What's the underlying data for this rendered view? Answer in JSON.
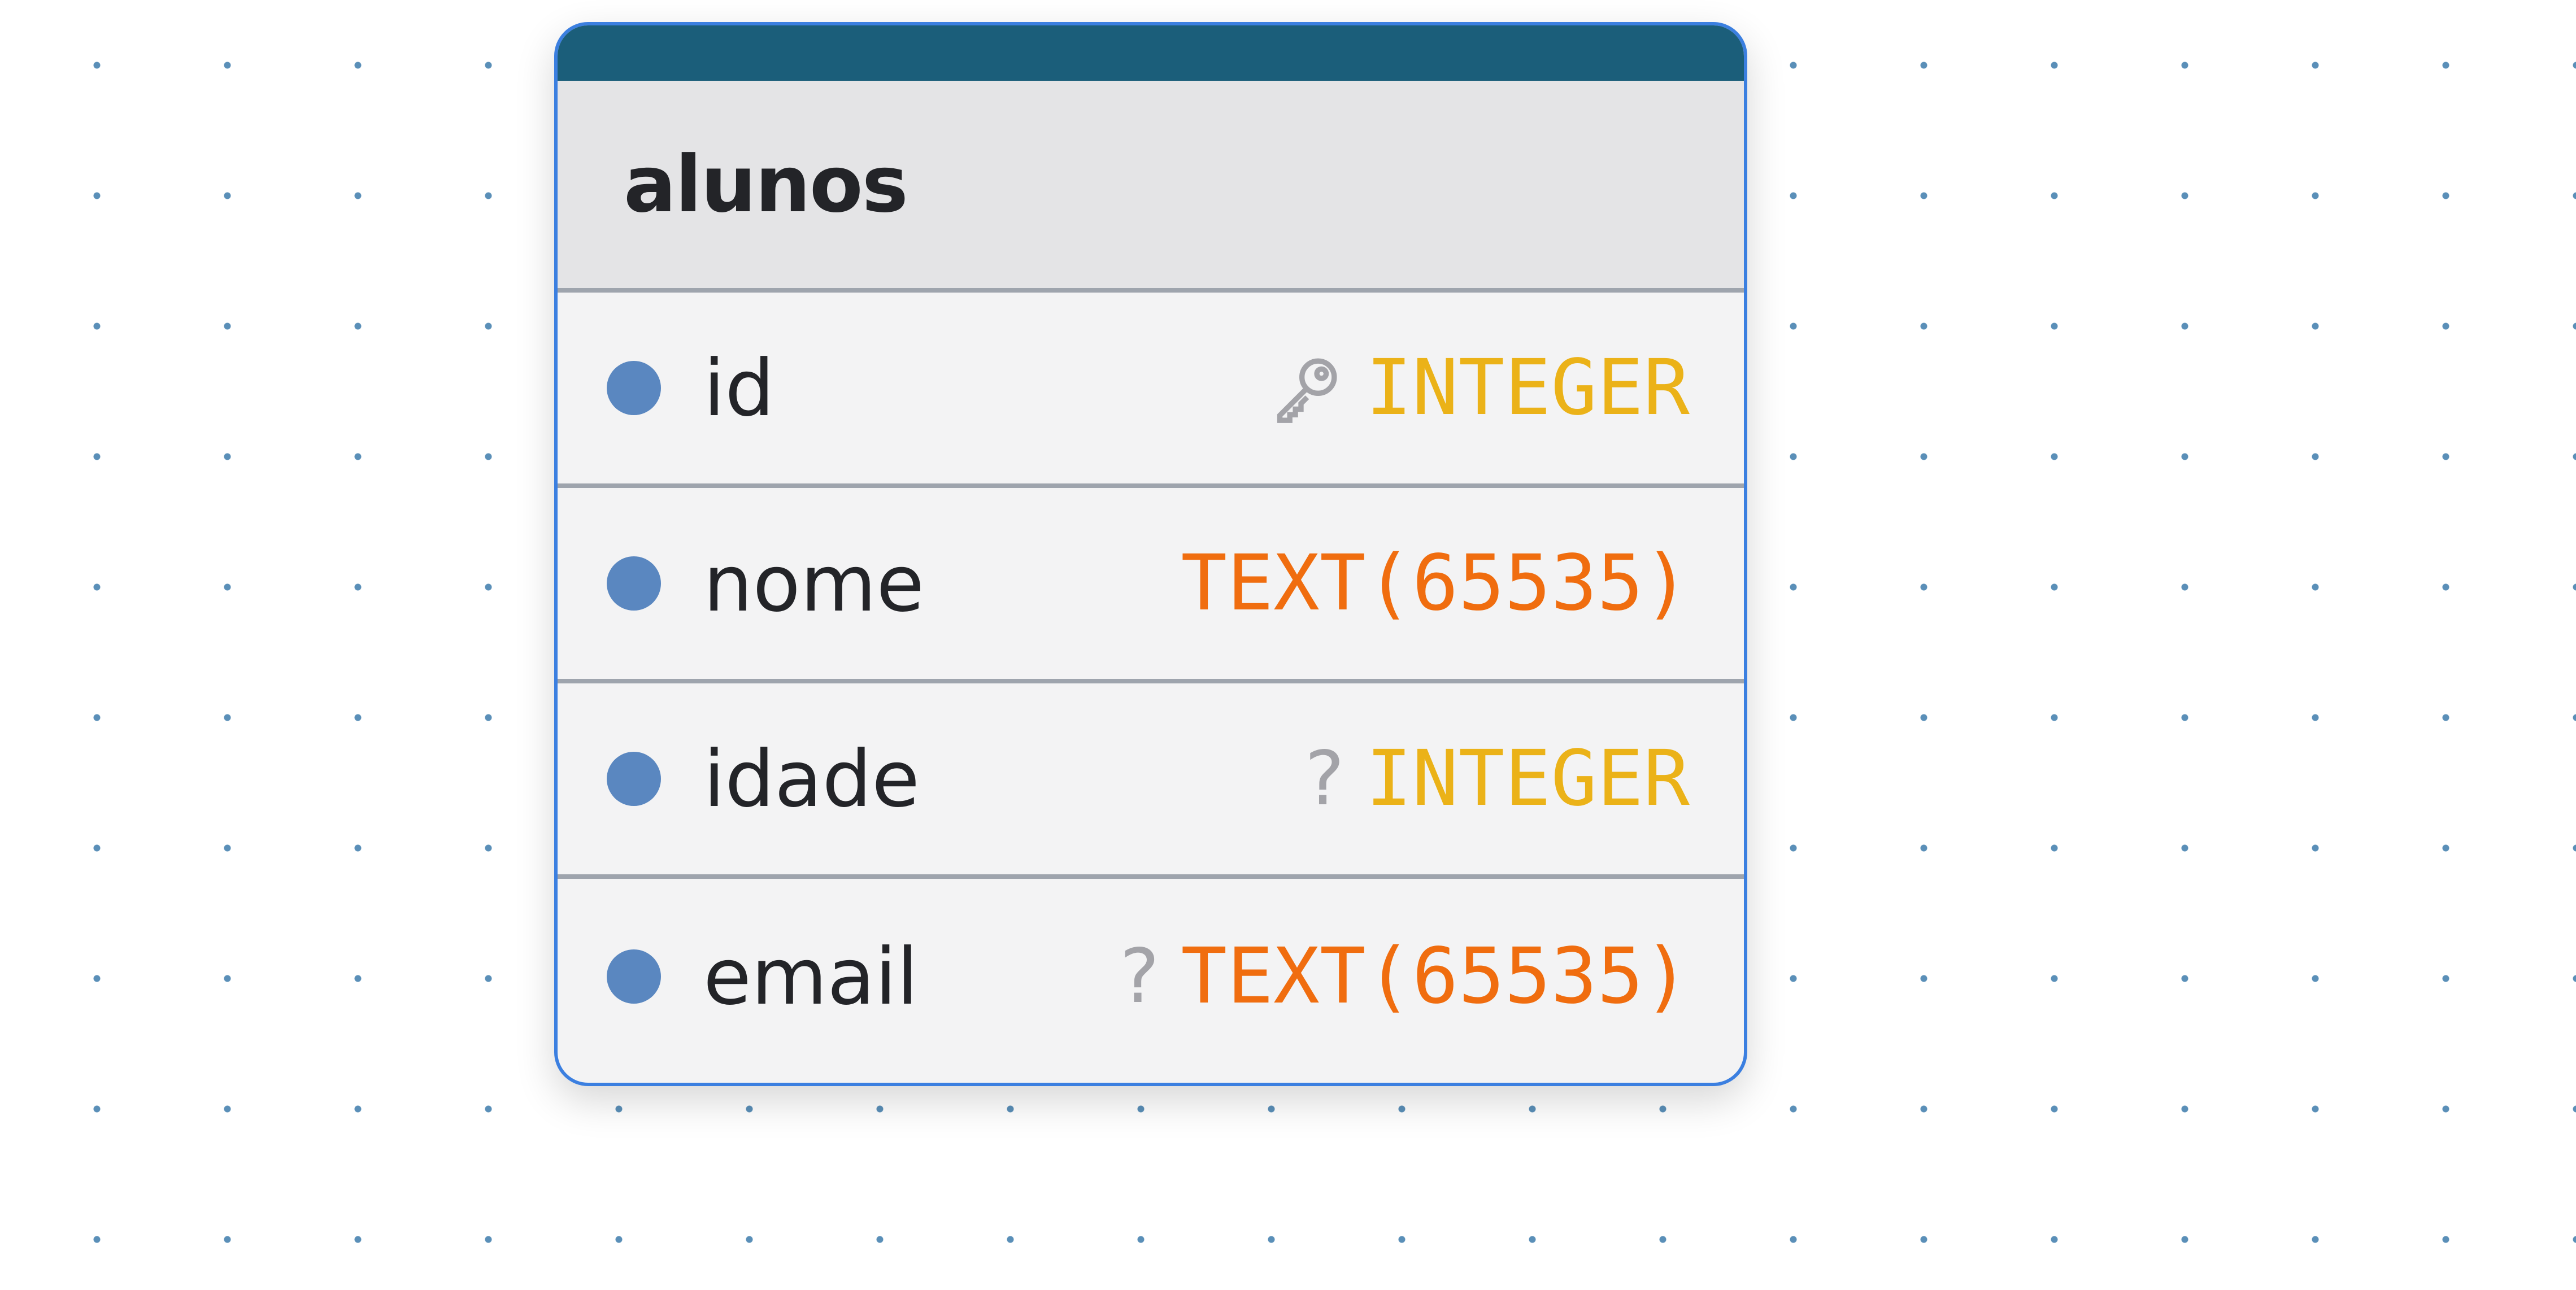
{
  "table": {
    "name": "alunos",
    "columns": [
      {
        "name": "id",
        "type": "INTEGER",
        "primary_key": true,
        "nullable": false,
        "type_color": "#ebb218"
      },
      {
        "name": "nome",
        "type": "TEXT(65535)",
        "primary_key": false,
        "nullable": false,
        "type_color": "#f06d0f"
      },
      {
        "name": "idade",
        "type": "INTEGER",
        "primary_key": false,
        "nullable": true,
        "nullable_mark": "?",
        "type_color": "#ebb218"
      },
      {
        "name": "email",
        "type": "TEXT(65535)",
        "primary_key": false,
        "nullable": true,
        "nullable_mark": "?",
        "type_color": "#f06d0f"
      }
    ]
  },
  "colors": {
    "accent_bar": "#1b5e7a",
    "selection_border": "#3b7fe0",
    "column_dot": "#5a87c0",
    "canvas_dots": "#5a8fb8"
  },
  "icons": {
    "primary_key": "key-icon",
    "column_bullet": "circle-dot-icon"
  }
}
